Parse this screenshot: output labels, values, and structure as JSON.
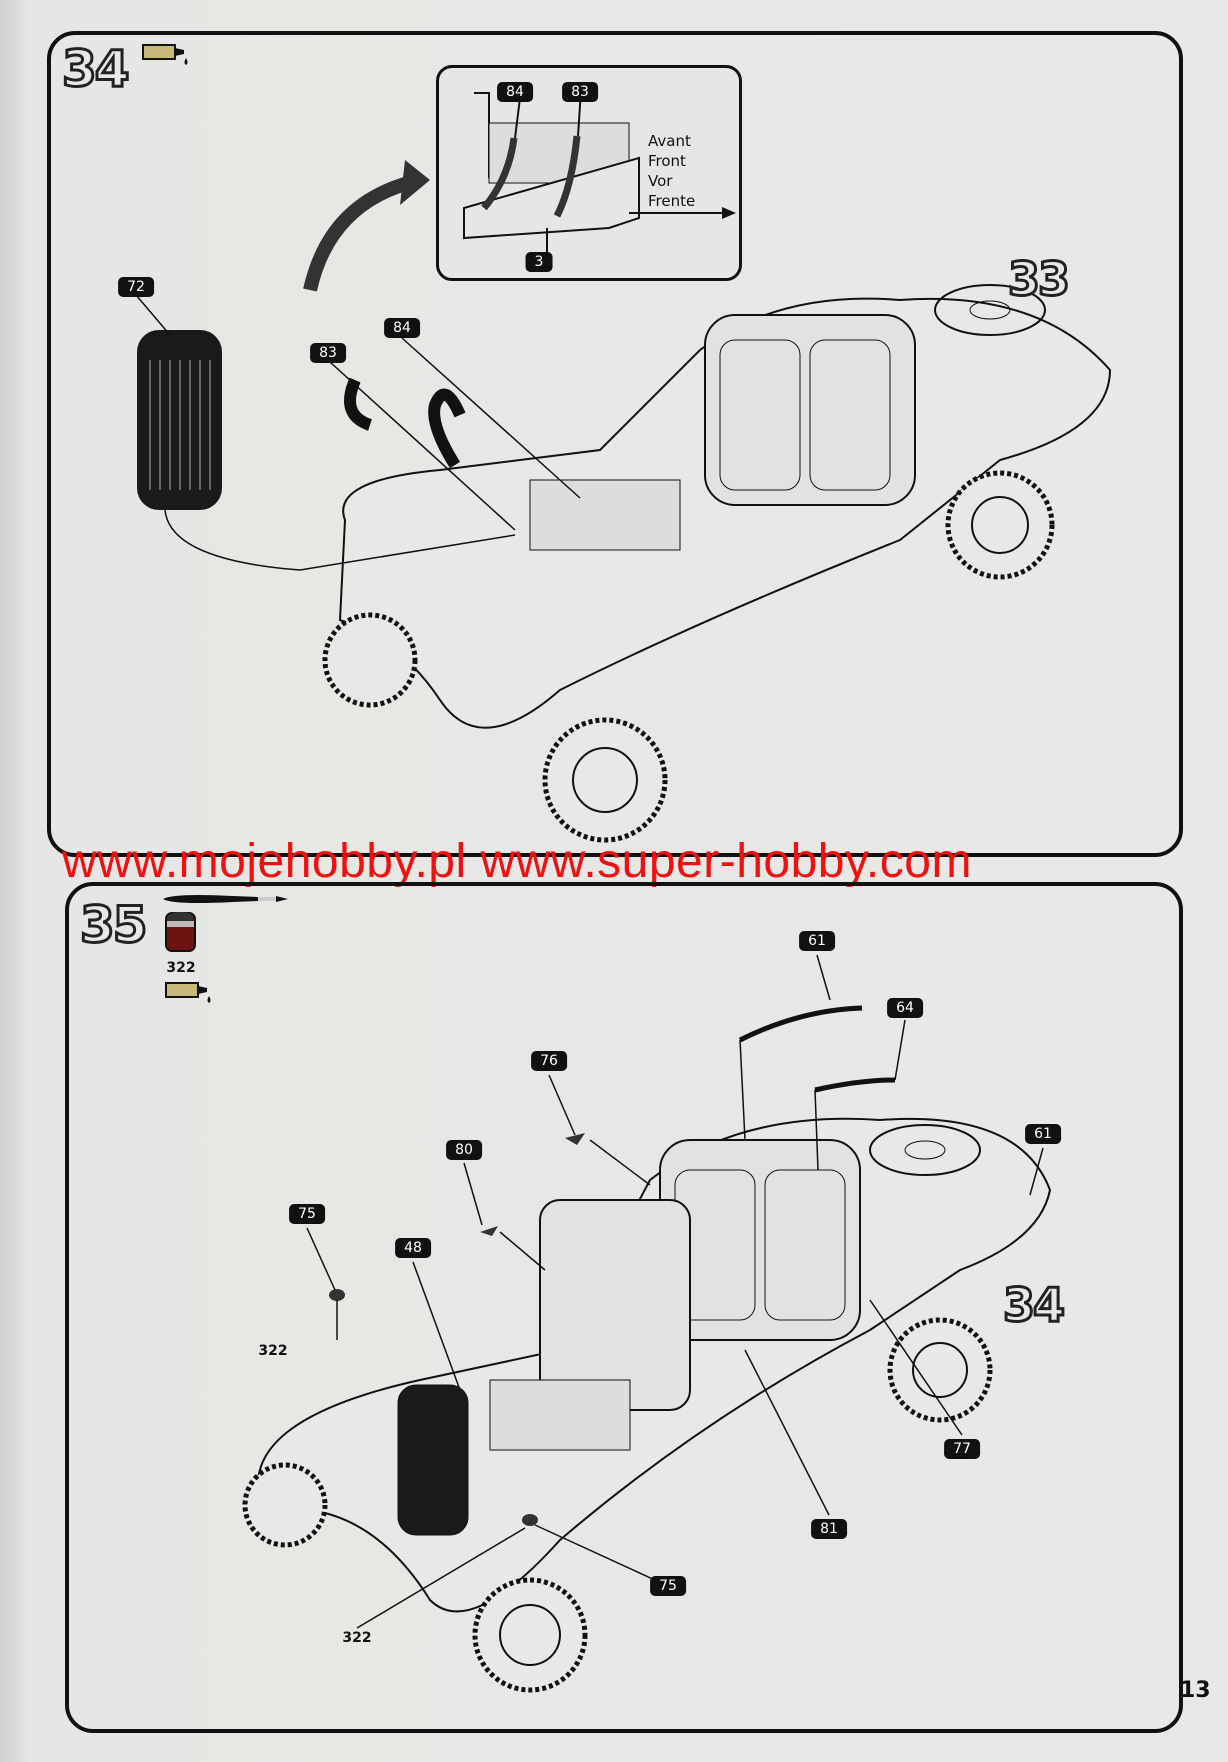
{
  "page_number": "13",
  "watermark": "www.mojehobby.pl www.super-hobby.com",
  "step34": {
    "number": "34",
    "subassembly": "33",
    "inset": {
      "labels": [
        "84",
        "83",
        "3"
      ],
      "direction": [
        "Avant",
        "Front",
        "Vor",
        "Frente"
      ]
    },
    "labels": [
      "72",
      "83",
      "84"
    ]
  },
  "step35": {
    "number": "35",
    "paint_code": "322",
    "subassembly": "34",
    "labels": [
      "61",
      "64",
      "76",
      "61",
      "80",
      "75",
      "48",
      "77",
      "81",
      "75"
    ],
    "paint_refs": [
      "322",
      "322"
    ]
  },
  "colors": {
    "paint_322": "#6b1410",
    "glue_tube": "#c8b97a",
    "watermark": "#f01010"
  }
}
